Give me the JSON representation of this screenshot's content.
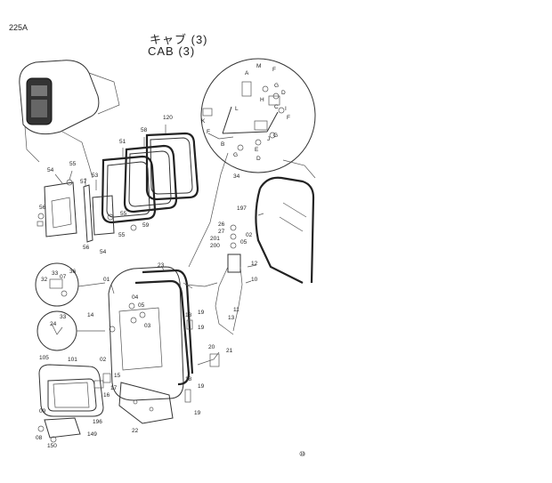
{
  "header": {
    "page_code": "225A",
    "title_jp": "キャブ (3)",
    "title_en": "CAB (3)"
  },
  "footer": {
    "mark": "⑩"
  },
  "callouts": [
    {
      "id": "c120",
      "text": "120"
    },
    {
      "id": "c58",
      "text": "58"
    },
    {
      "id": "c51",
      "text": "51"
    },
    {
      "id": "c54a",
      "text": "54"
    },
    {
      "id": "c55a",
      "text": "55"
    },
    {
      "id": "c57",
      "text": "57"
    },
    {
      "id": "c53",
      "text": "53"
    },
    {
      "id": "c56a",
      "text": "56"
    },
    {
      "id": "c56b",
      "text": "56"
    },
    {
      "id": "c59",
      "text": "59"
    },
    {
      "id": "c55b",
      "text": "55"
    },
    {
      "id": "c54b",
      "text": "54"
    },
    {
      "id": "c55c",
      "text": "55"
    },
    {
      "id": "c34",
      "text": "34"
    },
    {
      "id": "cM",
      "text": "M"
    },
    {
      "id": "cF1",
      "text": "F"
    },
    {
      "id": "cA",
      "text": "A"
    },
    {
      "id": "cG1",
      "text": "G"
    },
    {
      "id": "cD1",
      "text": "D"
    },
    {
      "id": "cH",
      "text": "H"
    },
    {
      "id": "cC",
      "text": "C"
    },
    {
      "id": "cL",
      "text": "L"
    },
    {
      "id": "cK",
      "text": "K"
    },
    {
      "id": "cE",
      "text": "E"
    },
    {
      "id": "cF2",
      "text": "F"
    },
    {
      "id": "cB",
      "text": "B"
    },
    {
      "id": "cG2",
      "text": "G"
    },
    {
      "id": "cD2",
      "text": "D"
    },
    {
      "id": "cJ",
      "text": "J"
    },
    {
      "id": "cG3",
      "text": "G"
    },
    {
      "id": "cF3",
      "text": "F"
    },
    {
      "id": "cI",
      "text": "I"
    },
    {
      "id": "c197",
      "text": "197"
    },
    {
      "id": "c26",
      "text": "26"
    },
    {
      "id": "c27",
      "text": "27"
    },
    {
      "id": "c201",
      "text": "201"
    },
    {
      "id": "c200",
      "text": "200"
    },
    {
      "id": "c05a",
      "text": "05"
    },
    {
      "id": "c02a",
      "text": "02"
    },
    {
      "id": "c12",
      "text": "12"
    },
    {
      "id": "c10",
      "text": "10"
    },
    {
      "id": "c23",
      "text": "23"
    },
    {
      "id": "c01",
      "text": "01"
    },
    {
      "id": "c32",
      "text": "32"
    },
    {
      "id": "c33a",
      "text": "33"
    },
    {
      "id": "c07",
      "text": "07"
    },
    {
      "id": "c36",
      "text": "36"
    },
    {
      "id": "c04",
      "text": "04"
    },
    {
      "id": "c05b",
      "text": "05"
    },
    {
      "id": "c03",
      "text": "03"
    },
    {
      "id": "c14",
      "text": "14"
    },
    {
      "id": "c24",
      "text": "24"
    },
    {
      "id": "c33b",
      "text": "33"
    },
    {
      "id": "c11",
      "text": "11"
    },
    {
      "id": "c13",
      "text": "13"
    },
    {
      "id": "c18a",
      "text": "18"
    },
    {
      "id": "c19a",
      "text": "19"
    },
    {
      "id": "c19b",
      "text": "19"
    },
    {
      "id": "c20",
      "text": "20"
    },
    {
      "id": "c21",
      "text": "21"
    },
    {
      "id": "c105",
      "text": "105"
    },
    {
      "id": "c101",
      "text": "101"
    },
    {
      "id": "c02b",
      "text": "02"
    },
    {
      "id": "c15",
      "text": "15"
    },
    {
      "id": "c16",
      "text": "16"
    },
    {
      "id": "c17",
      "text": "17"
    },
    {
      "id": "c18b",
      "text": "18"
    },
    {
      "id": "c19c",
      "text": "19"
    },
    {
      "id": "c19d",
      "text": "19"
    },
    {
      "id": "c09",
      "text": "09"
    },
    {
      "id": "c196",
      "text": "196"
    },
    {
      "id": "c149",
      "text": "149"
    },
    {
      "id": "c08",
      "text": "08"
    },
    {
      "id": "c150",
      "text": "150"
    },
    {
      "id": "c22",
      "text": "22"
    }
  ]
}
